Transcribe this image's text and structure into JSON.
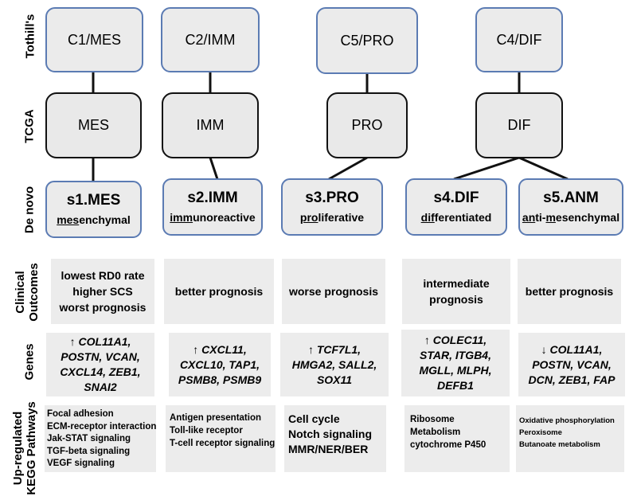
{
  "row_labels": {
    "tothill": "Tothill's",
    "tcga": "TCGA",
    "denovo": "De novo",
    "clinical": [
      "Clinical",
      "Outcomes"
    ],
    "genes": "Genes",
    "kegg": [
      "Up-regulated",
      "KEGG Pathways"
    ]
  },
  "tothill": [
    "C1/MES",
    "C2/IMM",
    "C5/PRO",
    "C4/DIF"
  ],
  "tcga": [
    "MES",
    "IMM",
    "PRO",
    "DIF"
  ],
  "denovo": [
    {
      "code": "s1.MES",
      "prefix": "mes",
      "suffix": "enchymal",
      "lead": ""
    },
    {
      "code": "s2.IMM",
      "prefix": "imm",
      "suffix": "unoreactive",
      "lead": ""
    },
    {
      "code": "s3.PRO",
      "prefix": "pro",
      "suffix": "liferative",
      "lead": ""
    },
    {
      "code": "s4.DIF",
      "prefix": "dif",
      "suffix": "ferentiated",
      "lead": ""
    },
    {
      "code": "s5.ANM",
      "prefix": "an",
      "suffix": "esenchymal",
      "lead": "",
      "mid1": "ti-",
      "mid2": "m"
    }
  ],
  "outcomes": [
    [
      "lowest RD0 rate",
      "higher SCS",
      "worst prognosis"
    ],
    [
      "better prognosis"
    ],
    [
      "worse prognosis"
    ],
    [
      "intermediate",
      "prognosis"
    ],
    [
      "better prognosis"
    ]
  ],
  "genes": [
    [
      "↑ COL11A1,",
      "POSTN, VCAN,",
      "CXCL14, ZEB1,",
      "SNAI2"
    ],
    [
      "↑ CXCL11,",
      "CXCL10, TAP1,",
      "PSMB8, PSMB9"
    ],
    [
      "↑ TCF7L1,",
      "HMGA2, SALL2,",
      "SOX11"
    ],
    [
      "↑ COLEC11,",
      "STAR, ITGB4,",
      "MGLL, MLPH,",
      "DEFB1"
    ],
    [
      "↓ COL11A1,",
      "POSTN, VCAN,",
      "DCN, ZEB1, FAP"
    ]
  ],
  "kegg": [
    [
      "Focal adhesion",
      "ECM-receptor interaction",
      "Jak-STAT signaling",
      "TGF-beta signaling",
      "VEGF signaling"
    ],
    [
      "Antigen presentation",
      "Toll-like receptor",
      "T-cell receptor signaling"
    ],
    [
      "Cell cycle",
      "Notch signaling",
      "MMR/NER/BER"
    ],
    [
      "Ribosome",
      "Metabolism",
      "cytochrome P450"
    ],
    [
      "Oxidative phosphorylation",
      "Peroxisome",
      "Butanoate metabolism"
    ]
  ],
  "colors": {
    "blue_border": "#5b7bb3",
    "box_fill": "#ebebeb",
    "panel_fill": "#ececec",
    "line": "#111111"
  }
}
